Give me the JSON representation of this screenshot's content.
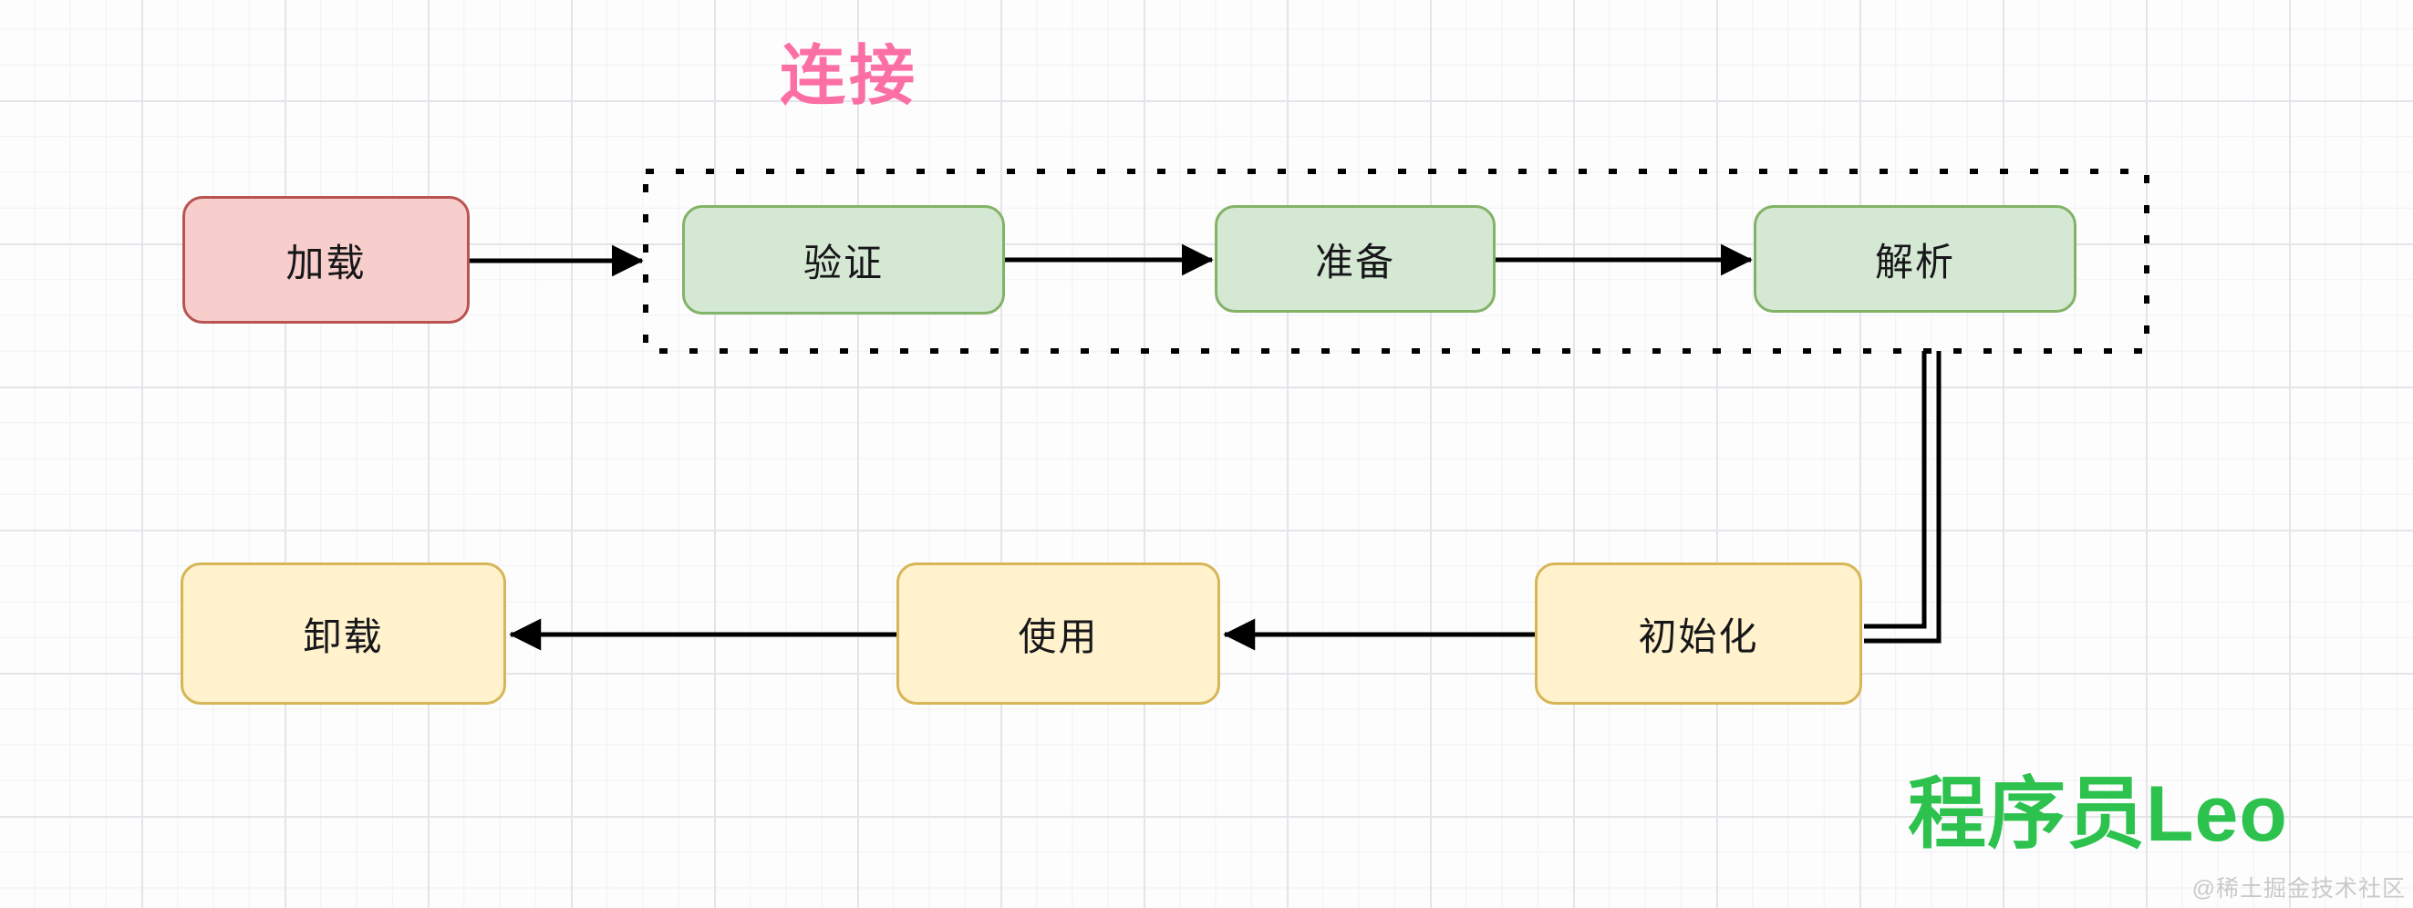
{
  "canvas": {
    "background": "#fdfdfe",
    "grid_minor_color": "#f1f1f4",
    "grid_major_color": "#e4e4e9"
  },
  "group": {
    "label": "连接",
    "label_color": "#fb6fa5",
    "border_color": "#000000",
    "border_style": "dotted"
  },
  "nodes": [
    {
      "id": "load",
      "label": "加载",
      "fill": "#f8cecc",
      "border": "#b85450"
    },
    {
      "id": "verify",
      "label": "验证",
      "fill": "#d5e8d4",
      "border": "#82b366"
    },
    {
      "id": "prepare",
      "label": "准备",
      "fill": "#d5e8d4",
      "border": "#82b366"
    },
    {
      "id": "resolve",
      "label": "解析",
      "fill": "#d5e8d4",
      "border": "#82b366"
    },
    {
      "id": "initialize",
      "label": "初始化",
      "fill": "#fff2cc",
      "border": "#d6b656"
    },
    {
      "id": "use",
      "label": "使用",
      "fill": "#fff2cc",
      "border": "#d6b656"
    },
    {
      "id": "unload",
      "label": "卸载",
      "fill": "#fff2cc",
      "border": "#d6b656"
    }
  ],
  "edges": [
    {
      "from": "load",
      "to": "link-group",
      "style": "arrow"
    },
    {
      "from": "verify",
      "to": "prepare",
      "style": "arrow"
    },
    {
      "from": "prepare",
      "to": "resolve",
      "style": "arrow"
    },
    {
      "from": "resolve",
      "to": "initialize",
      "style": "double-line"
    },
    {
      "from": "initialize",
      "to": "use",
      "style": "arrow"
    },
    {
      "from": "use",
      "to": "unload",
      "style": "arrow"
    }
  ],
  "watermark": {
    "text": "程序员Leo",
    "color": "#2cc24d"
  },
  "site_watermark": {
    "text": "@稀土掘金技术社区",
    "color": "#c9c9cb"
  }
}
